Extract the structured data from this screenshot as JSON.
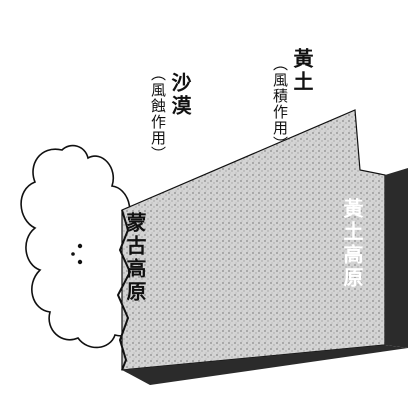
{
  "diagram": {
    "labels": {
      "desert": "沙漠",
      "desert_note": "（風蝕作用）",
      "loess": "黃土",
      "loess_note": "（風積作用）",
      "mongolian_plateau": "蒙古高原",
      "loess_plateau": "黃土高原"
    },
    "colors": {
      "outline": "#111111",
      "side_face": "#2b2b2b",
      "top_face": "#c9c9c9",
      "cloud_fill": "#ffffff"
    },
    "icons": [
      "cloud-icon"
    ]
  }
}
